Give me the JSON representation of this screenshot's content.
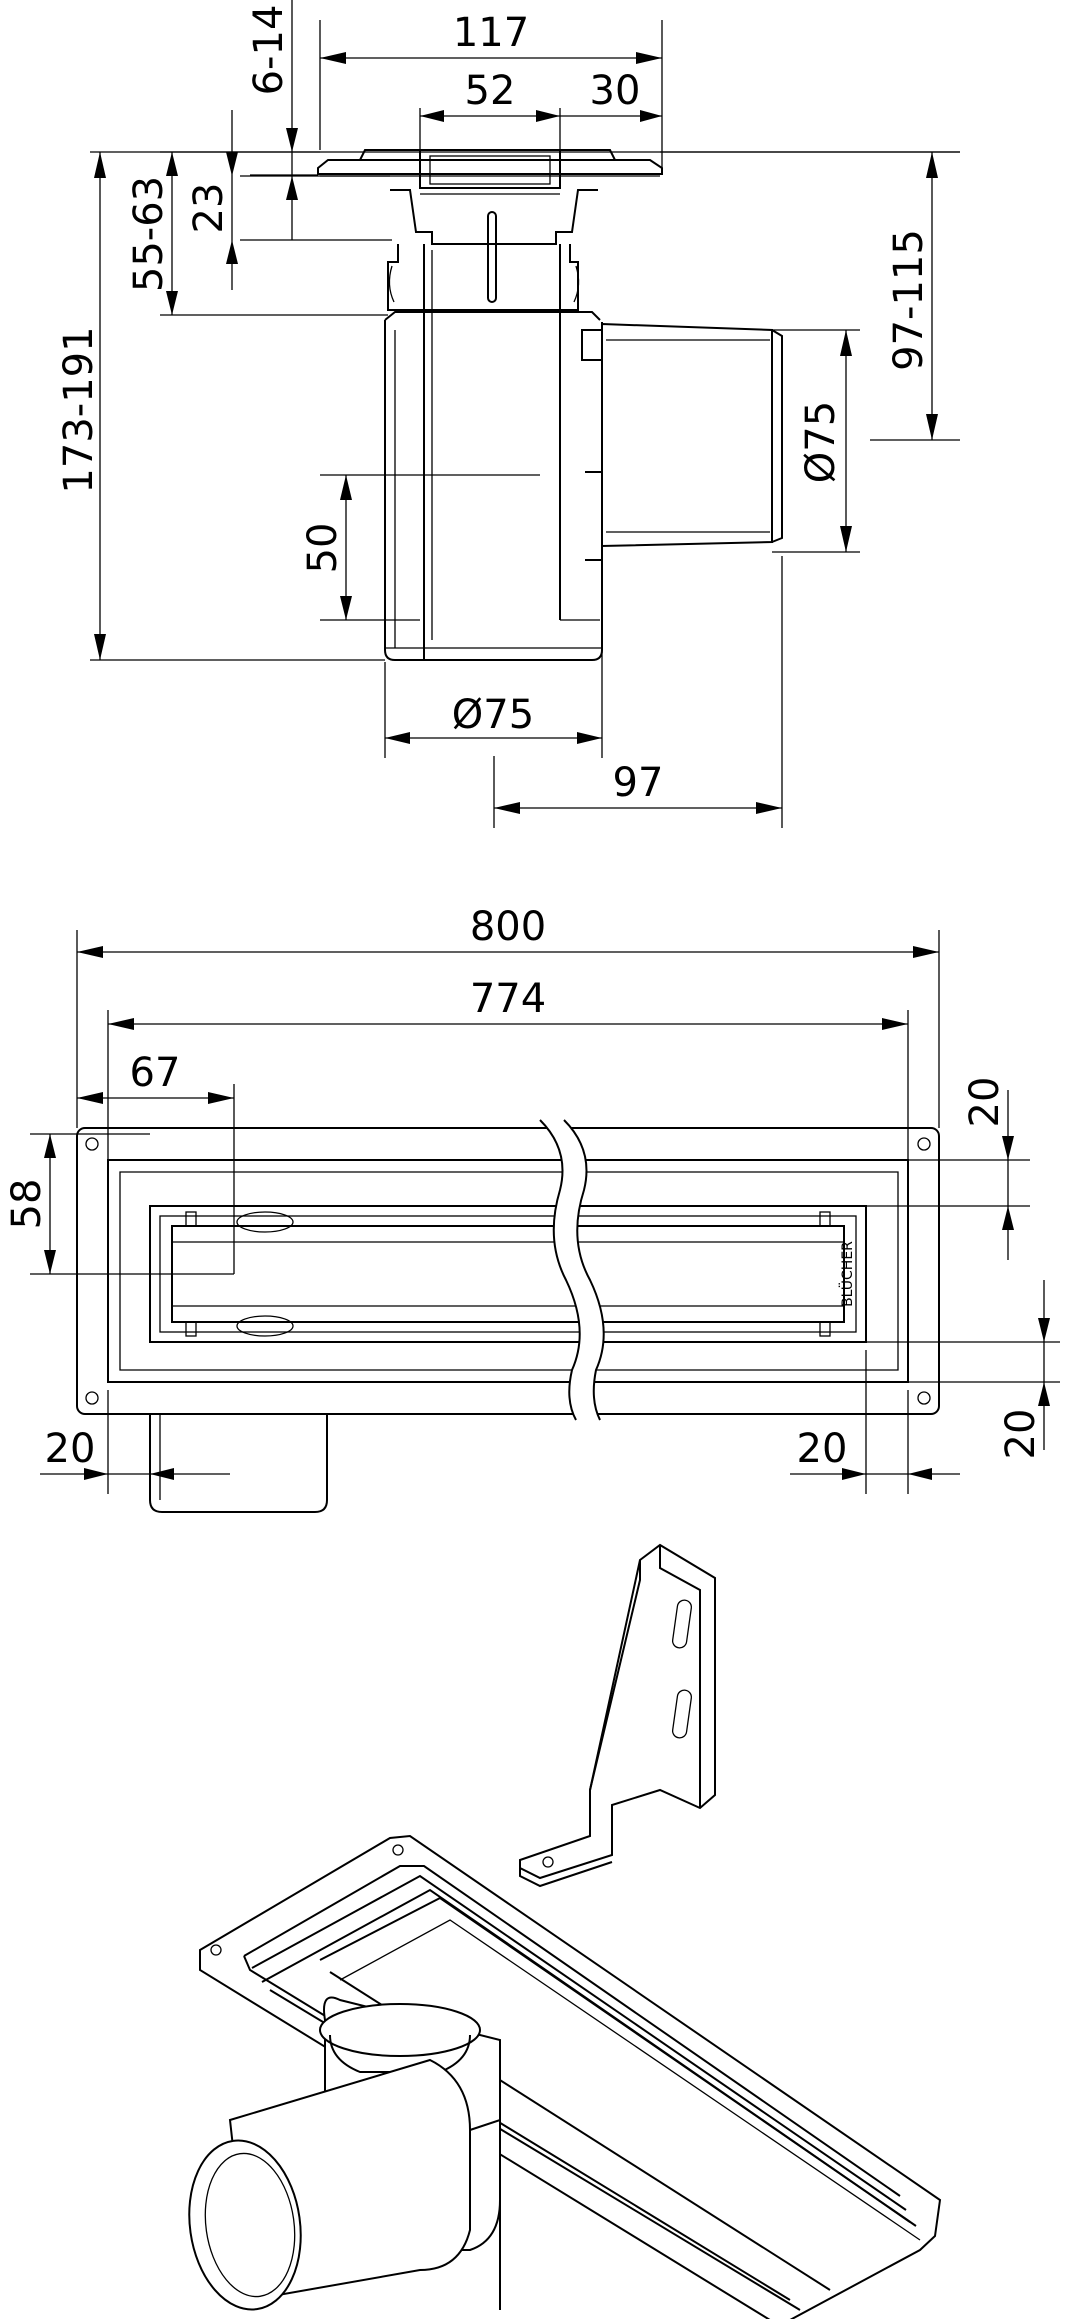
{
  "side_view": {
    "dim_overall_width": "117",
    "dim_range_top": "6-14",
    "dim_flange_inner": "52",
    "dim_flange_edge": "30",
    "dim_23": "23",
    "dim_range_middle": "55-63",
    "dim_total_height": "173-191",
    "dim_outlet_height": "97-115",
    "dim_outlet_diameter": "Ø75",
    "dim_50": "50",
    "dim_body_diameter": "Ø75",
    "dim_outlet_length": "97"
  },
  "top_view": {
    "dim_total_length": "800",
    "dim_inner_length": "774",
    "dim_outlet_offset": "67",
    "dim_width": "58",
    "dim_top_margin": "20",
    "dim_bottom_margin": "20",
    "dim_left_margin": "20",
    "dim_right_margin": "20",
    "brand_mark": "BLÜCHER"
  }
}
